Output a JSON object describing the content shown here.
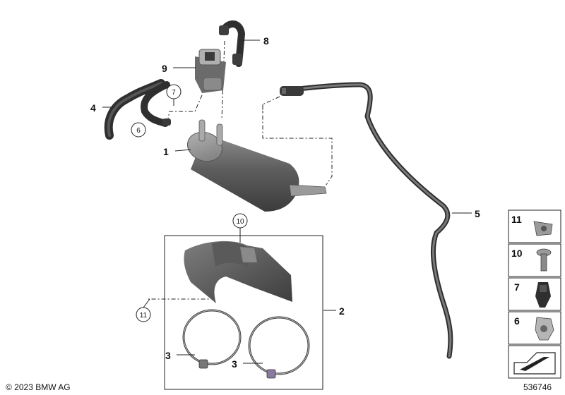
{
  "copyright": "© 2023 BMW AG",
  "diagram_id": "536746",
  "callouts": {
    "c1": "1",
    "c2": "2",
    "c3a": "3",
    "c3b": "3",
    "c4": "4",
    "c5": "5",
    "c6": "6",
    "c7": "7",
    "c8": "8",
    "c9": "9",
    "c10": "10",
    "c11": "11"
  },
  "legend": {
    "items": [
      {
        "number": "11",
        "icon": "clip-nut-icon"
      },
      {
        "number": "10",
        "icon": "screw-icon"
      },
      {
        "number": "7",
        "icon": "hose-clamp-icon"
      },
      {
        "number": "6",
        "icon": "pipe-clip-icon"
      },
      {
        "number": "",
        "icon": "arrow-mat-icon"
      }
    ]
  },
  "colors": {
    "part_dark": "#3a3a3a",
    "part_mid": "#6f6f6f",
    "part_light": "#a8a8a8",
    "line": "#222222"
  }
}
